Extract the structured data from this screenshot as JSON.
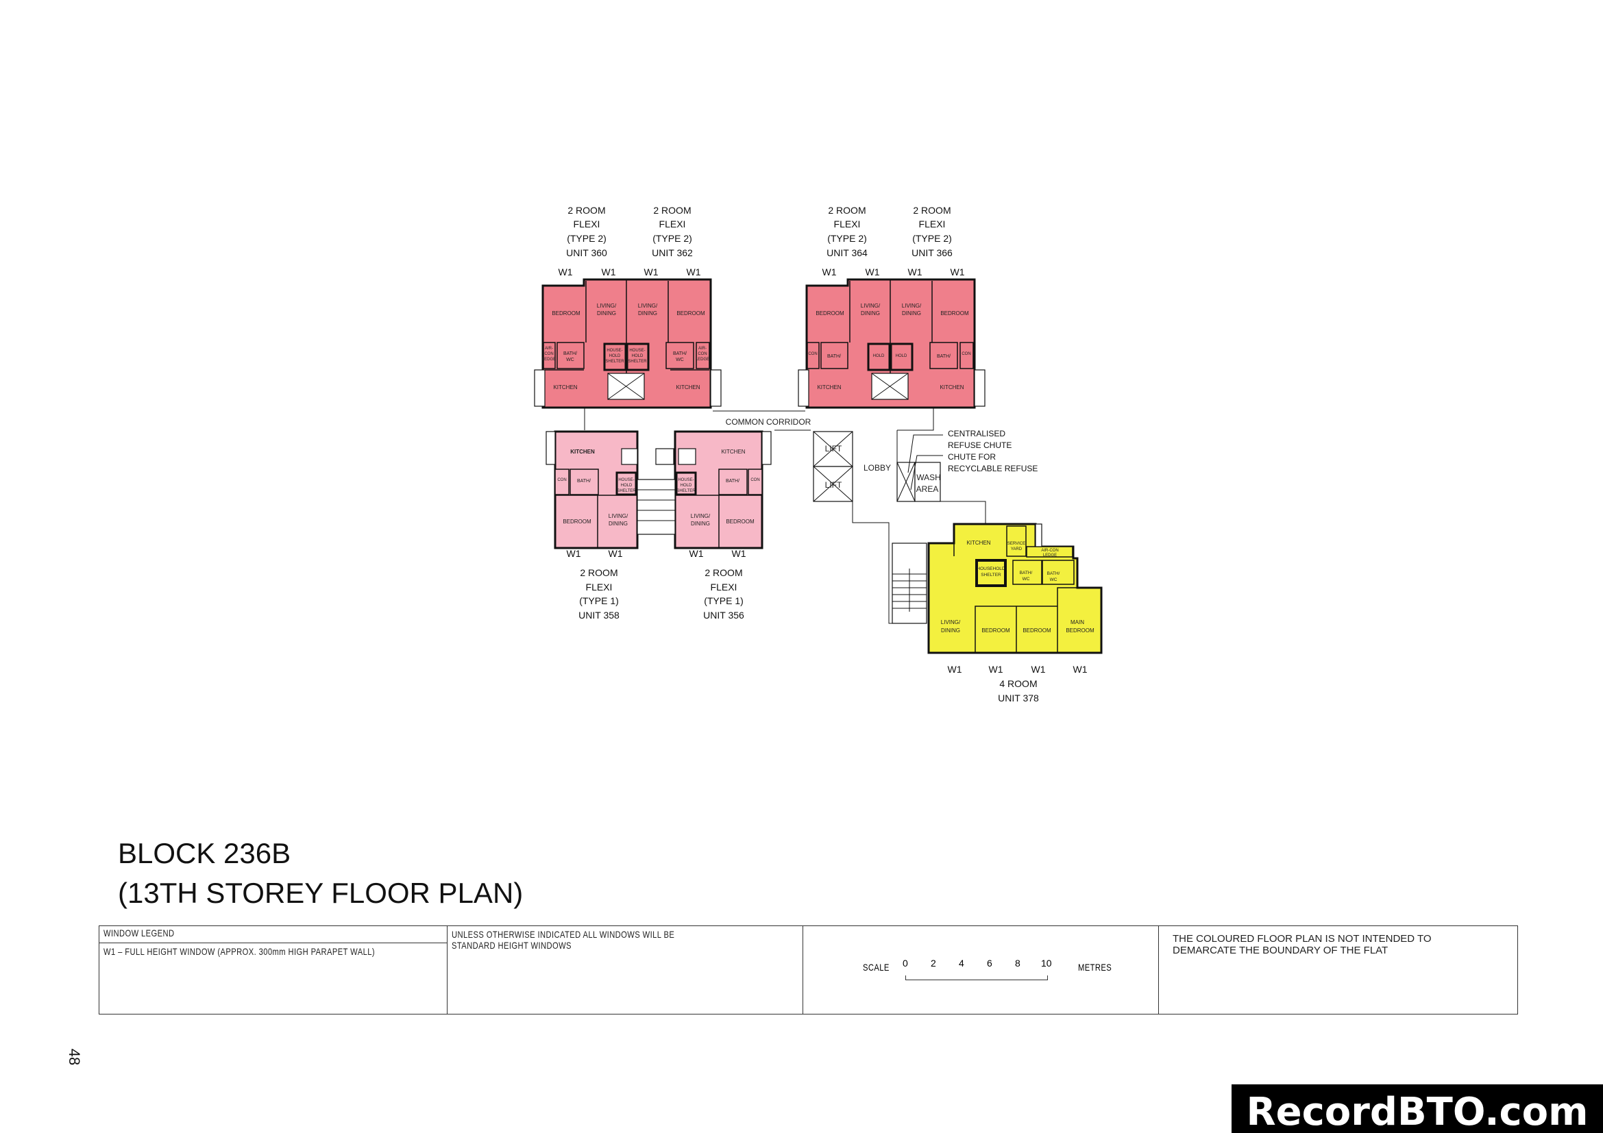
{
  "title": {
    "line1": "BLOCK 236B",
    "line2": "(13TH STOREY FLOOR PLAN)"
  },
  "colors": {
    "two_room_type2": "#ef7f8b",
    "two_room_type1": "#f7b8c7",
    "four_room": "#f3f03f"
  },
  "window_label": "W1",
  "units": {
    "u360": {
      "lines": [
        "2 ROOM",
        "FLEXI",
        "(TYPE 2)",
        "UNIT 360"
      ]
    },
    "u362": {
      "lines": [
        "2 ROOM",
        "FLEXI",
        "(TYPE 2)",
        "UNIT 362"
      ]
    },
    "u364": {
      "lines": [
        "2 ROOM",
        "FLEXI",
        "(TYPE 2)",
        "UNIT 364"
      ]
    },
    "u366": {
      "lines": [
        "2 ROOM",
        "FLEXI",
        "(TYPE 2)",
        "UNIT 366"
      ]
    },
    "u358": {
      "lines": [
        "2 ROOM",
        "FLEXI",
        "(TYPE 1)",
        "UNIT 358"
      ]
    },
    "u356": {
      "lines": [
        "2 ROOM",
        "FLEXI",
        "(TYPE 1)",
        "UNIT 356"
      ]
    },
    "u378": {
      "lines": [
        "4 ROOM",
        "UNIT 378"
      ]
    }
  },
  "rooms": {
    "bedroom": "BEDROOM",
    "living": [
      "LIVING/",
      "DINING"
    ],
    "kitchen": "KITCHEN",
    "bath": [
      "BATH/",
      "WC"
    ],
    "aircon": [
      "AIR-",
      "CON",
      "LEDGE"
    ],
    "shelter": [
      "HOUSE-",
      "HOLD",
      "SHELTER"
    ],
    "household_shelter": [
      "HOUSEHOLD",
      "SHELTER"
    ],
    "service_yard": [
      "SERVICE",
      "YARD"
    ],
    "aircon_ledge": [
      "AIR-CON",
      "LEDGE"
    ],
    "main_bedroom": [
      "MAIN",
      "BEDROOM"
    ]
  },
  "common": {
    "corridor": "COMMON CORRIDOR",
    "lift": "LIFT",
    "lobby": "LOBBY",
    "wash_area": [
      "WASH",
      "AREA"
    ],
    "refuse_chute": [
      "CENTRALISED",
      "REFUSE CHUTE"
    ],
    "recycle_chute": [
      "CHUTE FOR",
      "RECYCLABLE REFUSE"
    ]
  },
  "legend": {
    "window_legend_title": "WINDOW LEGEND",
    "w1_desc": "W1 – FULL HEIGHT WINDOW (APPROX. 300mm HIGH PARAPET WALL)",
    "standard_note": [
      "UNLESS OTHERWISE INDICATED ALL WINDOWS WILL BE",
      "STANDARD HEIGHT WINDOWS"
    ],
    "scale_label": "SCALE",
    "scale_ticks": [
      "0",
      "2",
      "4",
      "6",
      "8",
      "10"
    ],
    "scale_unit": "METRES",
    "disclaimer": [
      "THE COLOURED FLOOR PLAN IS NOT INTENDED TO",
      "DEMARCATE THE BOUNDARY OF THE FLAT"
    ]
  },
  "page_number": "48",
  "watermark": "RecordBTO.com"
}
